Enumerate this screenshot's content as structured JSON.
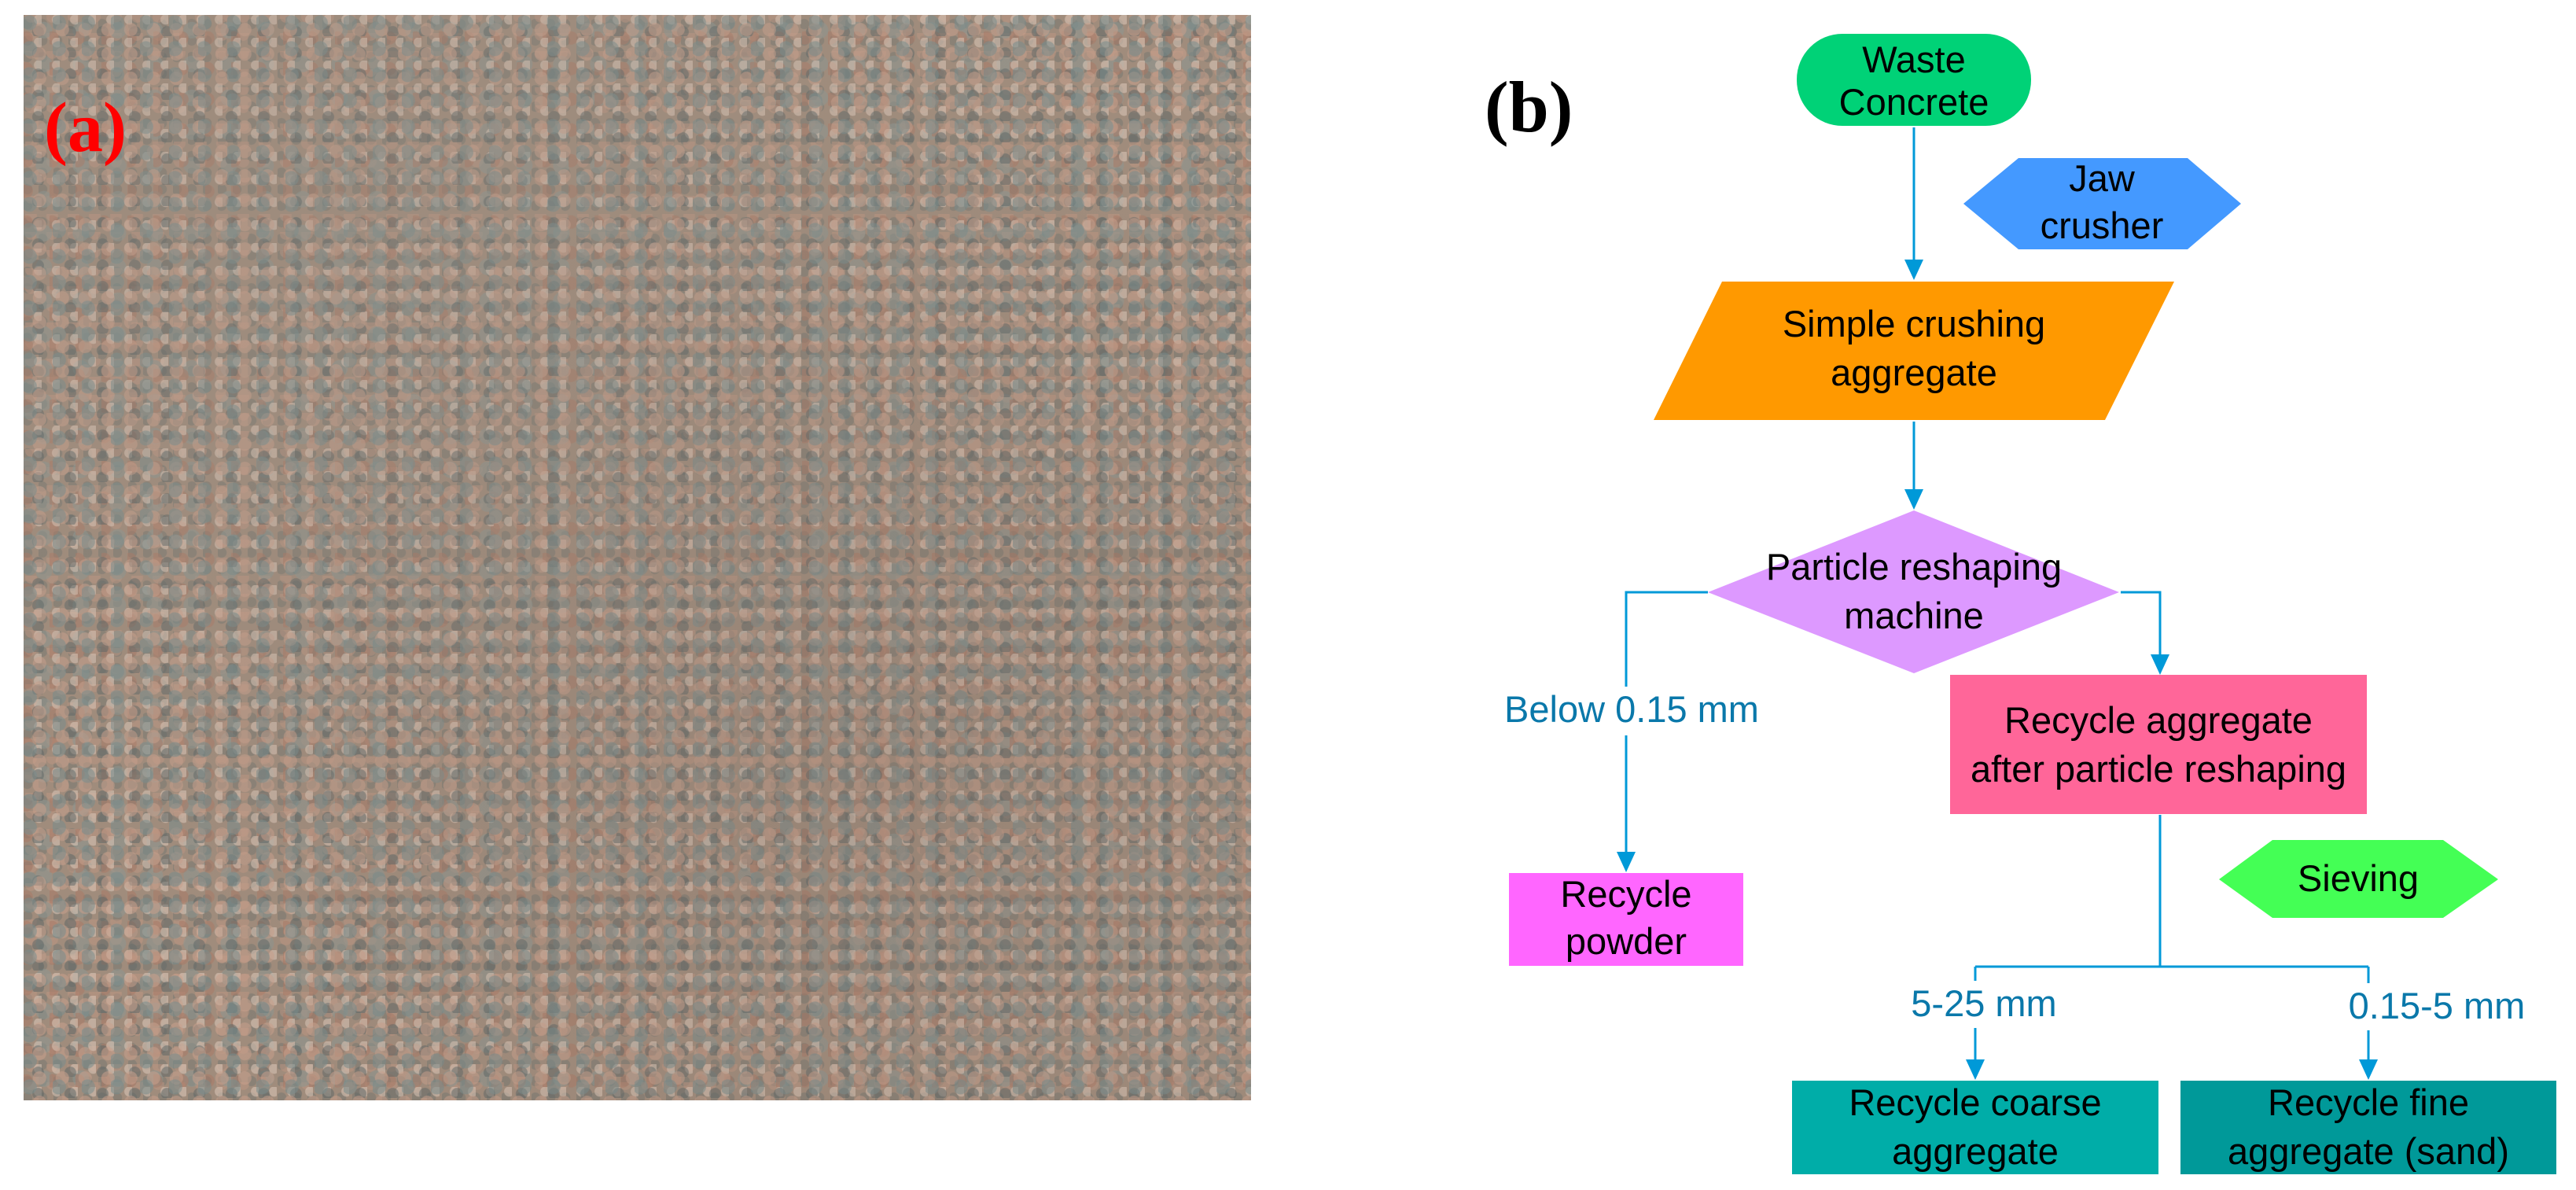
{
  "panel_a": {
    "label": "(a)",
    "image_description": "photo of recycled fine aggregate (sand) particles"
  },
  "panel_b": {
    "label": "(b)",
    "nodes": {
      "waste_concrete": {
        "line1": "Waste",
        "line2": "Concrete",
        "color": "#00d277"
      },
      "jaw_crusher": {
        "line1": "Jaw",
        "line2": "crusher",
        "color": "#4499ff"
      },
      "simple_crushing": {
        "line1": "Simple crushing",
        "line2": "aggregate",
        "color": "#ff9900"
      },
      "particle_reshaping": {
        "line1": "Particle reshaping",
        "line2": "machine",
        "color": "#dd99ff"
      },
      "recycle_after_reshaping": {
        "line1": "Recycle aggregate",
        "line2": "after particle reshaping",
        "color": "#ff6699"
      },
      "recycle_powder": {
        "line1": "Recycle",
        "line2": "powder",
        "color": "#ff66ff"
      },
      "sieving": {
        "line1": "Sieving",
        "color": "#44ff55"
      },
      "recycle_coarse": {
        "line1": "Recycle coarse",
        "line2": "aggregate",
        "color": "#00ada8"
      },
      "recycle_fine": {
        "line1": "Recycle fine",
        "line2": "aggregate (sand)",
        "color": "#009999"
      }
    },
    "edge_labels": {
      "below": "Below 0.15 mm",
      "coarse": "5-25 mm",
      "fine": "0.15-5 mm"
    },
    "colors": {
      "edge": "#0099d8",
      "edge_label": "#0a78aa"
    }
  }
}
